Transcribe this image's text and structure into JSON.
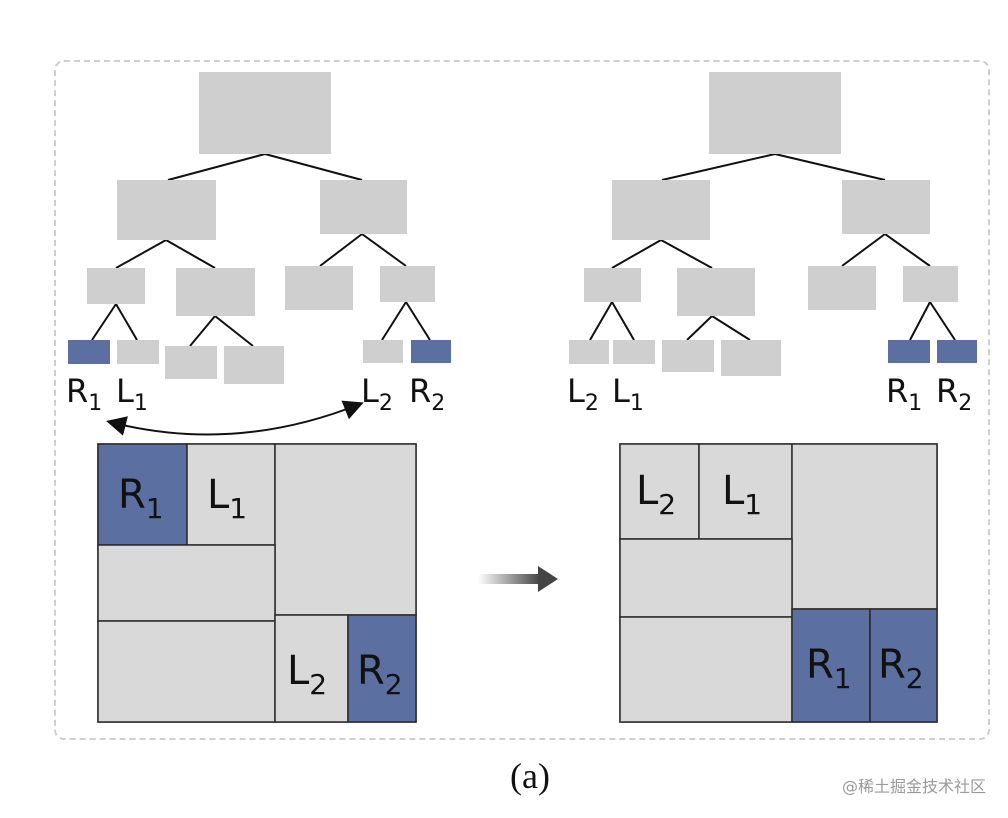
{
  "labels": {
    "r1": "R",
    "r1_sub": "1",
    "l1": "L",
    "l1_sub": "1",
    "l2": "L",
    "l2_sub": "2",
    "r2": "R",
    "r2_sub": "2"
  },
  "caption": "(a)",
  "watermark": "@稀土掘金技术社区",
  "colors": {
    "node_gray": "#cfcfcf",
    "block_gray": "#d9d9d9",
    "highlight_blue": "#5b6fa0",
    "outline": "#2a2a2a",
    "frame_dash": "#cfcfcf"
  }
}
